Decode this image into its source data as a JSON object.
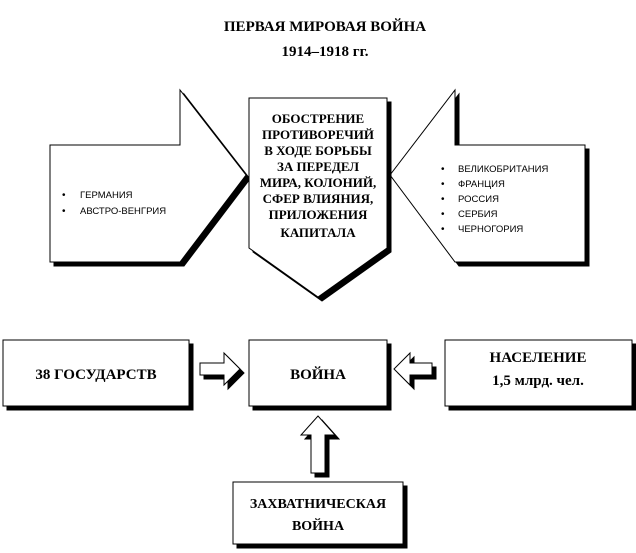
{
  "title": {
    "line1": "ПЕРВАЯ МИРОВАЯ ВОЙНА",
    "line2": "1914–1918 гг."
  },
  "center_block": {
    "lines": [
      "ОБОСТРЕНИЕ",
      "ПРОТИВОРЕЧИЙ",
      "В ХОДЕ БОРЬБЫ",
      "ЗА ПЕРЕДЕЛ",
      "МИРА, КОЛОНИЙ,",
      "СФЕР ВЛИЯНИЯ,",
      "ПРИЛОЖЕНИЯ",
      "КАПИТАЛА"
    ]
  },
  "left_arrow": {
    "items": [
      "ГЕРМАНИЯ",
      "АВСТРО-ВЕНГРИЯ"
    ]
  },
  "right_arrow": {
    "items": [
      "ВЕЛИКОБРИТАНИЯ",
      "ФРАНЦИЯ",
      "РОССИЯ",
      "СЕРБИЯ",
      "ЧЕРНОГОРИЯ"
    ]
  },
  "states_box": {
    "label": "38 ГОСУДАРСТВ"
  },
  "war_box": {
    "label": "ВОЙНА"
  },
  "population_box": {
    "line1": "НАСЕЛЕНИЕ",
    "line2": "1,5 млрд. чел."
  },
  "conquest_box": {
    "line1": "ЗАХВАТНИЧЕСКАЯ",
    "line2": "ВОЙНА"
  },
  "bullet_glyph": "•"
}
